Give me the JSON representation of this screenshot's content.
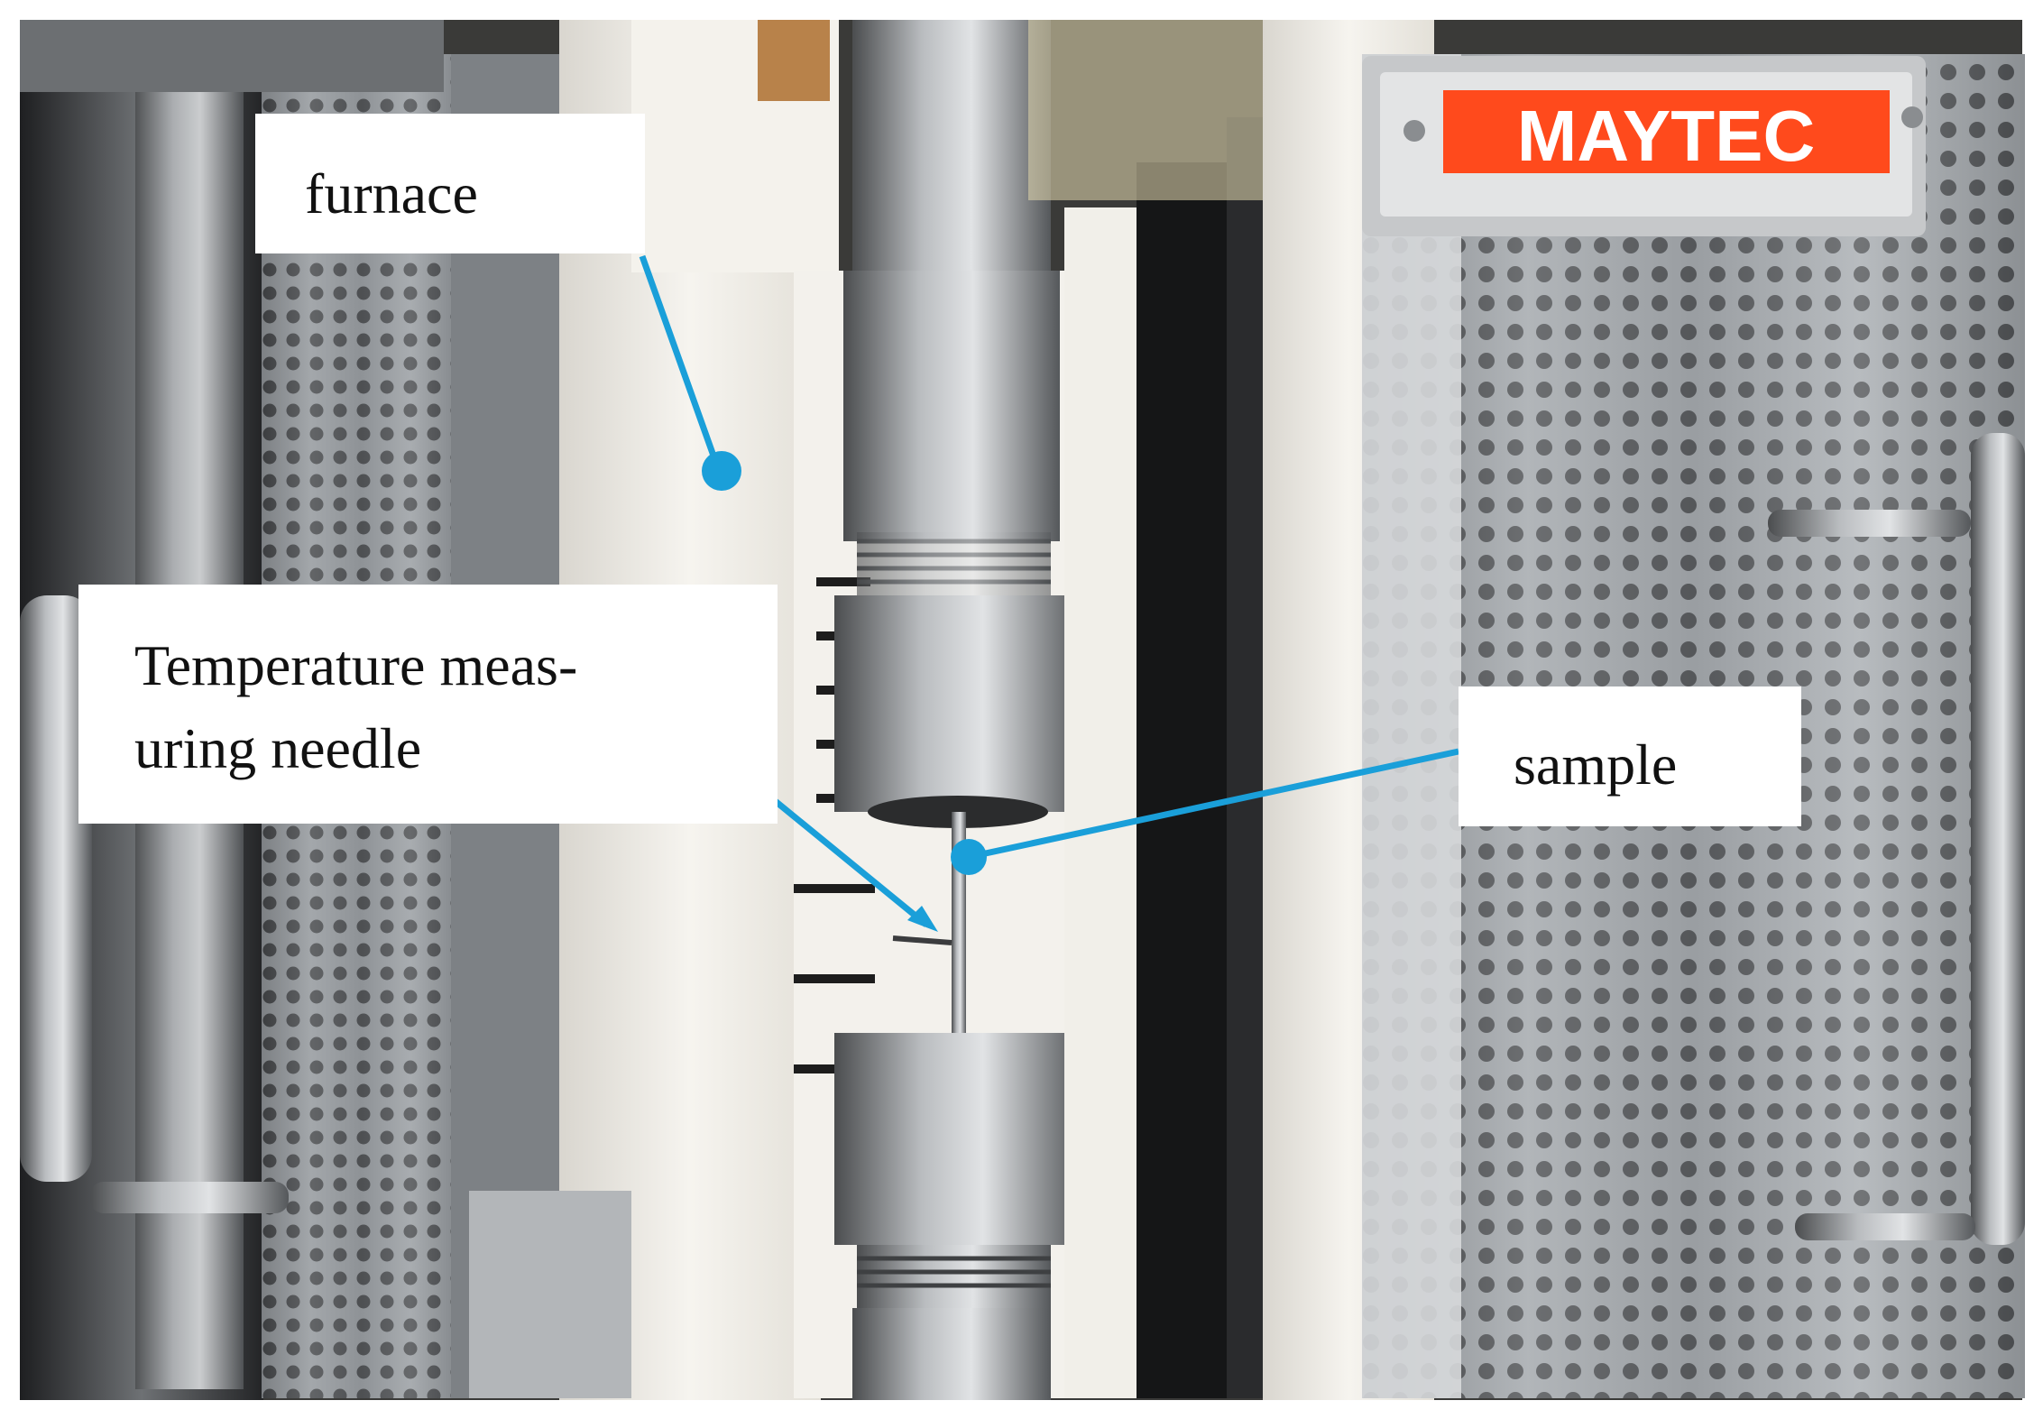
{
  "image": {
    "description_free": true
  },
  "logo": {
    "text": "MAYTEC",
    "color": "#ff4a1c"
  },
  "labels": {
    "furnace": "furnace",
    "needle_line1": "Temperature meas-",
    "needle_line2": "uring needle",
    "sample": "sample"
  },
  "colors": {
    "annotation": "#1a9fd9",
    "steel": "#9ea3a7",
    "insulation": "#f2f0ea"
  }
}
